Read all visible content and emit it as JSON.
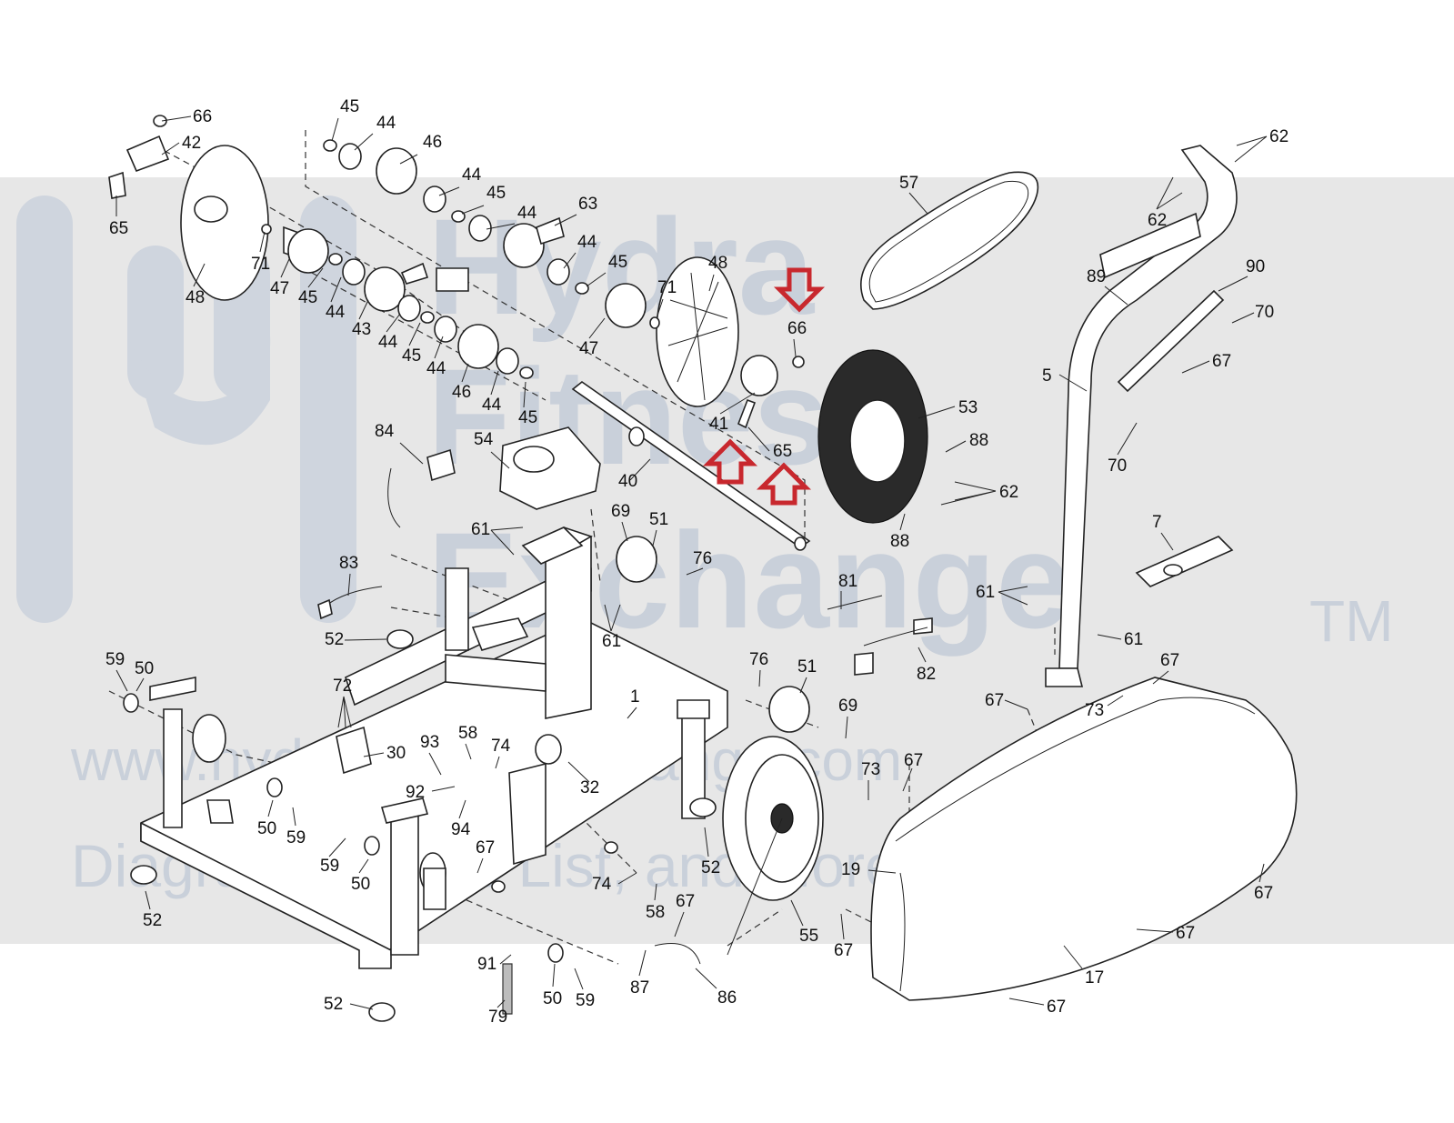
{
  "watermark": {
    "brand_line1": "Hydra",
    "brand_line2": "Fitness",
    "brand_line3": "Exchange",
    "trademark": "TM",
    "website": "www.hydrafitnessexchange.com",
    "tagline": "Diagrams, Parts List, and More"
  },
  "callouts": {
    "c66a": "66",
    "c42": "42",
    "c65a": "65",
    "c48a": "48",
    "c71a": "71",
    "c45a": "45",
    "c44a": "44",
    "c46a": "46",
    "c44b": "44",
    "c45b": "45",
    "c44c": "44",
    "c63": "63",
    "c44d": "44",
    "c45c": "45",
    "c47a": "47",
    "c45d": "45",
    "c44e": "44",
    "c43": "43",
    "c44f": "44",
    "c45e": "45",
    "c44g": "44",
    "c46b": "46",
    "c44h": "44",
    "c45f": "45",
    "c47b": "47",
    "c71b": "71",
    "c48b": "48",
    "c66b": "66",
    "c41": "41",
    "c65b": "65",
    "c53": "53",
    "c88a": "88",
    "c62a": "62",
    "c88b": "88",
    "c57": "57",
    "c62b": "62",
    "c62c": "62",
    "c89": "89",
    "c90": "90",
    "c70a": "70",
    "c67a": "67",
    "c5": "5",
    "c70b": "70",
    "c84": "84",
    "c54": "54",
    "c40": "40",
    "c69a": "69",
    "c51a": "51",
    "c61a": "61",
    "c76a": "76",
    "c61b": "61",
    "c83": "83",
    "c52a": "52",
    "c7": "7",
    "c61c": "61",
    "c61d": "61",
    "c81": "81",
    "c82": "82",
    "c59a": "59",
    "c50a": "50",
    "c72": "72",
    "c30": "30",
    "c1": "1",
    "c76b": "76",
    "c51b": "51",
    "c69b": "69",
    "c67b": "67",
    "c73a": "73",
    "c67c": "67",
    "c93": "93",
    "c58a": "58",
    "c74a": "74",
    "c32": "32",
    "c92": "92",
    "c94": "94",
    "c50b": "50",
    "c59b": "59",
    "c67d": "67",
    "c73b": "73",
    "c59c": "59",
    "c50c": "50",
    "c67e": "67",
    "c52b": "52",
    "c52c": "52",
    "c74b": "74",
    "c58b": "58",
    "c19": "19",
    "c67f": "67",
    "c55": "55",
    "c67g": "67",
    "c67h": "67",
    "c67i": "67",
    "c91": "91",
    "c87": "87",
    "c86": "86",
    "c17": "17",
    "c52d": "52",
    "c79": "79",
    "c50d": "50",
    "c59d": "59",
    "c67j": "67"
  }
}
